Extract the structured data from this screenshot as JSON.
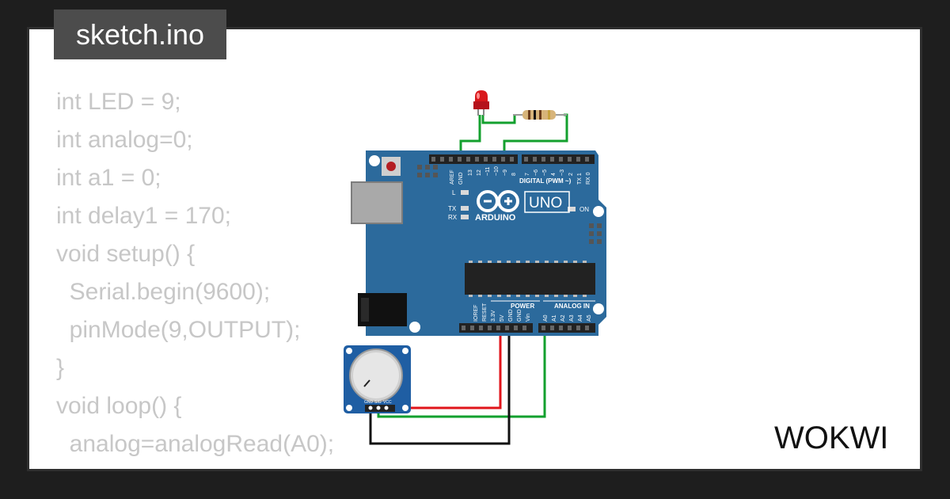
{
  "header": {
    "file_name": "sketch.ino"
  },
  "code": {
    "lines": [
      "int LED = 9;",
      "int analog=0;",
      "int a1 = 0;",
      "int delay1 = 170;",
      "void setup() {",
      "  Serial.begin(9600);",
      "  pinMode(9,OUTPUT);",
      "}",
      "void loop() {",
      "  analog=analogRead(A0);"
    ]
  },
  "board": {
    "logo_text": "ARDUINO",
    "model": "UNO",
    "digital_label": "DIGITAL (PWM ~)",
    "power_label": "POWER",
    "analog_label": "ANALOG IN",
    "on_label": "ON",
    "led_label": "L",
    "tx_label": "TX",
    "rx_label": "RX",
    "top_pins": [
      "AREF",
      "GND",
      "13",
      "12",
      "~11",
      "~10",
      "~9",
      "8",
      "7",
      "~6",
      "~5",
      "4",
      "~3",
      "2",
      "TX 1",
      "RX 0"
    ],
    "bottom_pins": [
      "IOREF",
      "RESET",
      "3.3V",
      "5V",
      "GND",
      "GND",
      "Vin",
      "A0",
      "A1",
      "A2",
      "A3",
      "A4",
      "A5"
    ]
  },
  "potentiometer": {
    "pins": [
      "GND",
      "SIG",
      "VCC"
    ]
  },
  "brand": {
    "name": "WOKWI"
  },
  "colors": {
    "board": "#2c6a9c",
    "wire_green": "#13a02e",
    "wire_red": "#e0141b",
    "wire_black": "#111111",
    "led_red": "#d8181b",
    "code_text": "#c7c7c7",
    "title_bg": "#4c4c4c"
  }
}
